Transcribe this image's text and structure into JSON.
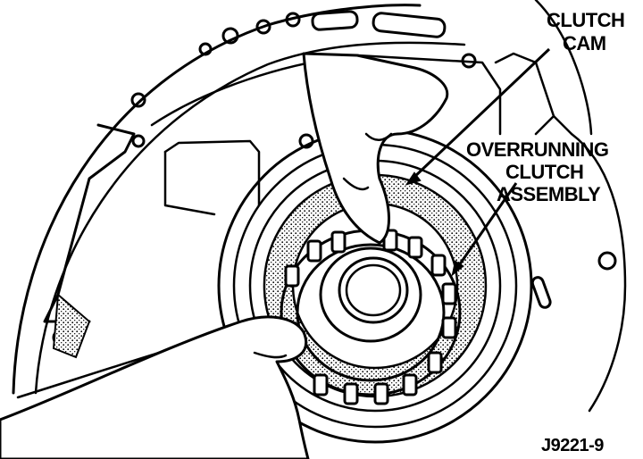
{
  "labels": {
    "clutch_cam_line1": "CLUTCH",
    "clutch_cam_line2": "CAM",
    "overrunning_line1": "OVERRUNNING",
    "overrunning_line2": "CLUTCH",
    "overrunning_line3": "ASSEMBLY"
  },
  "figure_id": "J9221-9",
  "colors": {
    "ink": "#000000",
    "paper": "#ffffff"
  }
}
